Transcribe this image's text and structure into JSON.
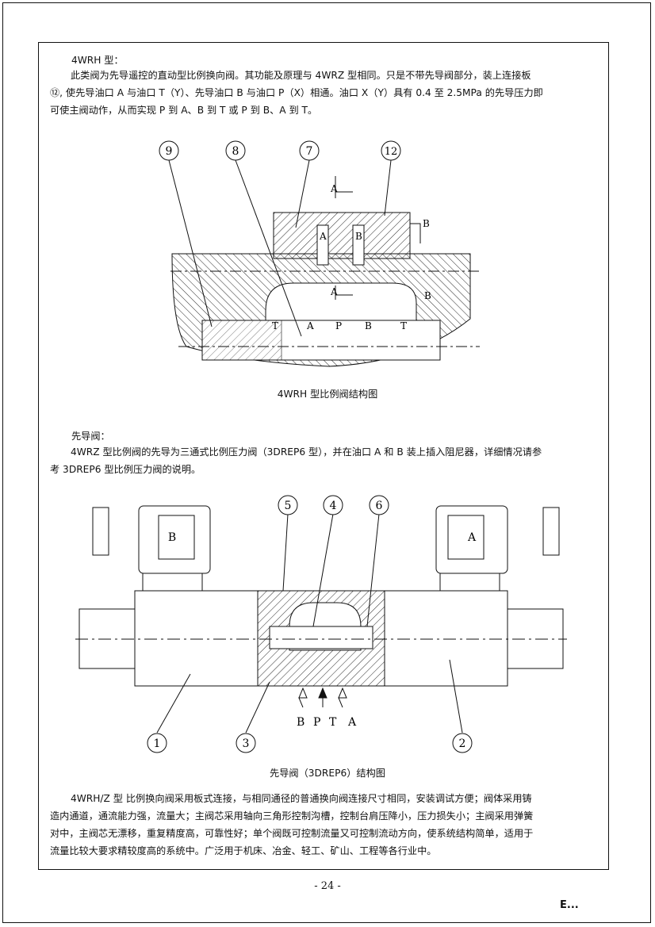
{
  "section_4wrh": {
    "heading": "4WRH 型：",
    "paragraph_lines": [
      "此类阀为先导遥控的直动型比例换向阀。其功能及原理与 4WRZ 型相同。只是不带先导阀部分，装上连接板",
      "⑫, 使先导油口 A 与油口 T（Y）、先导油口 B 与油口 P（X）相通。油口 X（Y）具有 0.4 至 2.5MPa 的先导压力即",
      "可使主阀动作，从而实现 P 到 A、B 到 T 或 P 到 B、A 到 T。"
    ]
  },
  "figure1": {
    "callouts": [
      "9",
      "8",
      "7",
      "12"
    ],
    "section_letters": [
      "A",
      "B",
      "A",
      "B"
    ],
    "port_letters": [
      "A",
      "B"
    ],
    "channel_letters": [
      "T",
      "A",
      "P",
      "B",
      "T"
    ],
    "caption": "4WRH 型比例阀结构图"
  },
  "section_pilot": {
    "heading": "先导阀：",
    "paragraph_lines": [
      "4WRZ 型比例阀的先导为三通式比例压力阀（3DREP6 型），并在油口 A 和 B 装上插入阻尼器，详细情况请参",
      "考 3DREP6 型比例压力阀的说明。"
    ]
  },
  "figure2": {
    "callouts_top": [
      "5",
      "4",
      "6"
    ],
    "callouts_bottom": [
      "1",
      "3",
      "2"
    ],
    "solenoid_letters": [
      "B",
      "A"
    ],
    "port_labels": [
      "B",
      "P",
      "T",
      "A"
    ],
    "caption": "先导阀（3DREP6）结构图"
  },
  "section_summary": {
    "paragraph_lines": [
      "4WRH/Z 型 比例换向阀采用板式连接，与相同通径的普通换向阀连接尺寸相同，安装调试方便；阀体采用铸",
      "造内通道，通流能力强，流量大；主阀芯采用轴向三角形控制沟槽，控制台肩压降小，压力损失小；主阀采用弹簧",
      "对中，主阀芯无漂移，重复精度高，可靠性好；单个阀既可控制流量又可控制流动方向，使系统结构简单，适用于",
      "流量比较大要求精较度高的系统中。广泛用于机床、冶金、轻工、矿山、工程等各行业中。"
    ]
  },
  "footer": {
    "page_number": "- 24 -",
    "corner_mark": "E..."
  }
}
